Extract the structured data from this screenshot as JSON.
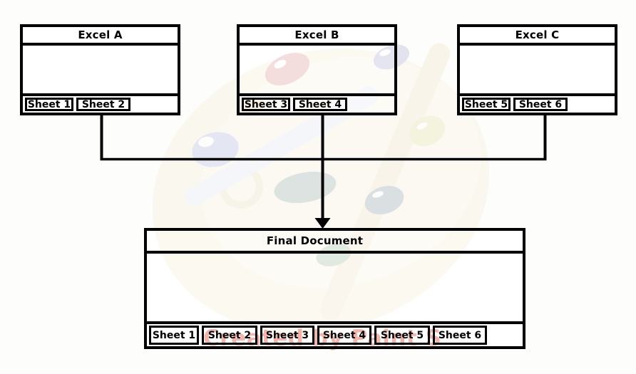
{
  "diagram": {
    "workbooks": [
      {
        "title": "Excel A",
        "tabs": [
          "Sheet 1",
          "Sheet 2",
          ""
        ]
      },
      {
        "title": "Excel B",
        "tabs": [
          "Sheet 3",
          "Sheet 4",
          ""
        ]
      },
      {
        "title": "Excel C",
        "tabs": [
          "Sheet 5",
          "Sheet 6",
          ""
        ]
      }
    ],
    "final_document": {
      "title": "Final Document",
      "tabs": [
        "Sheet 1",
        "Sheet 2",
        "Sheet 3",
        "Sheet 4",
        "Sheet 5",
        "Sheet 6",
        ""
      ]
    },
    "watermark": {
      "text": "Created by Paint S",
      "text_color": "#f3b4aa"
    },
    "colors": {
      "line": "#000000",
      "box_background": "#ffffff",
      "page_background": "#fdfdfc"
    }
  }
}
